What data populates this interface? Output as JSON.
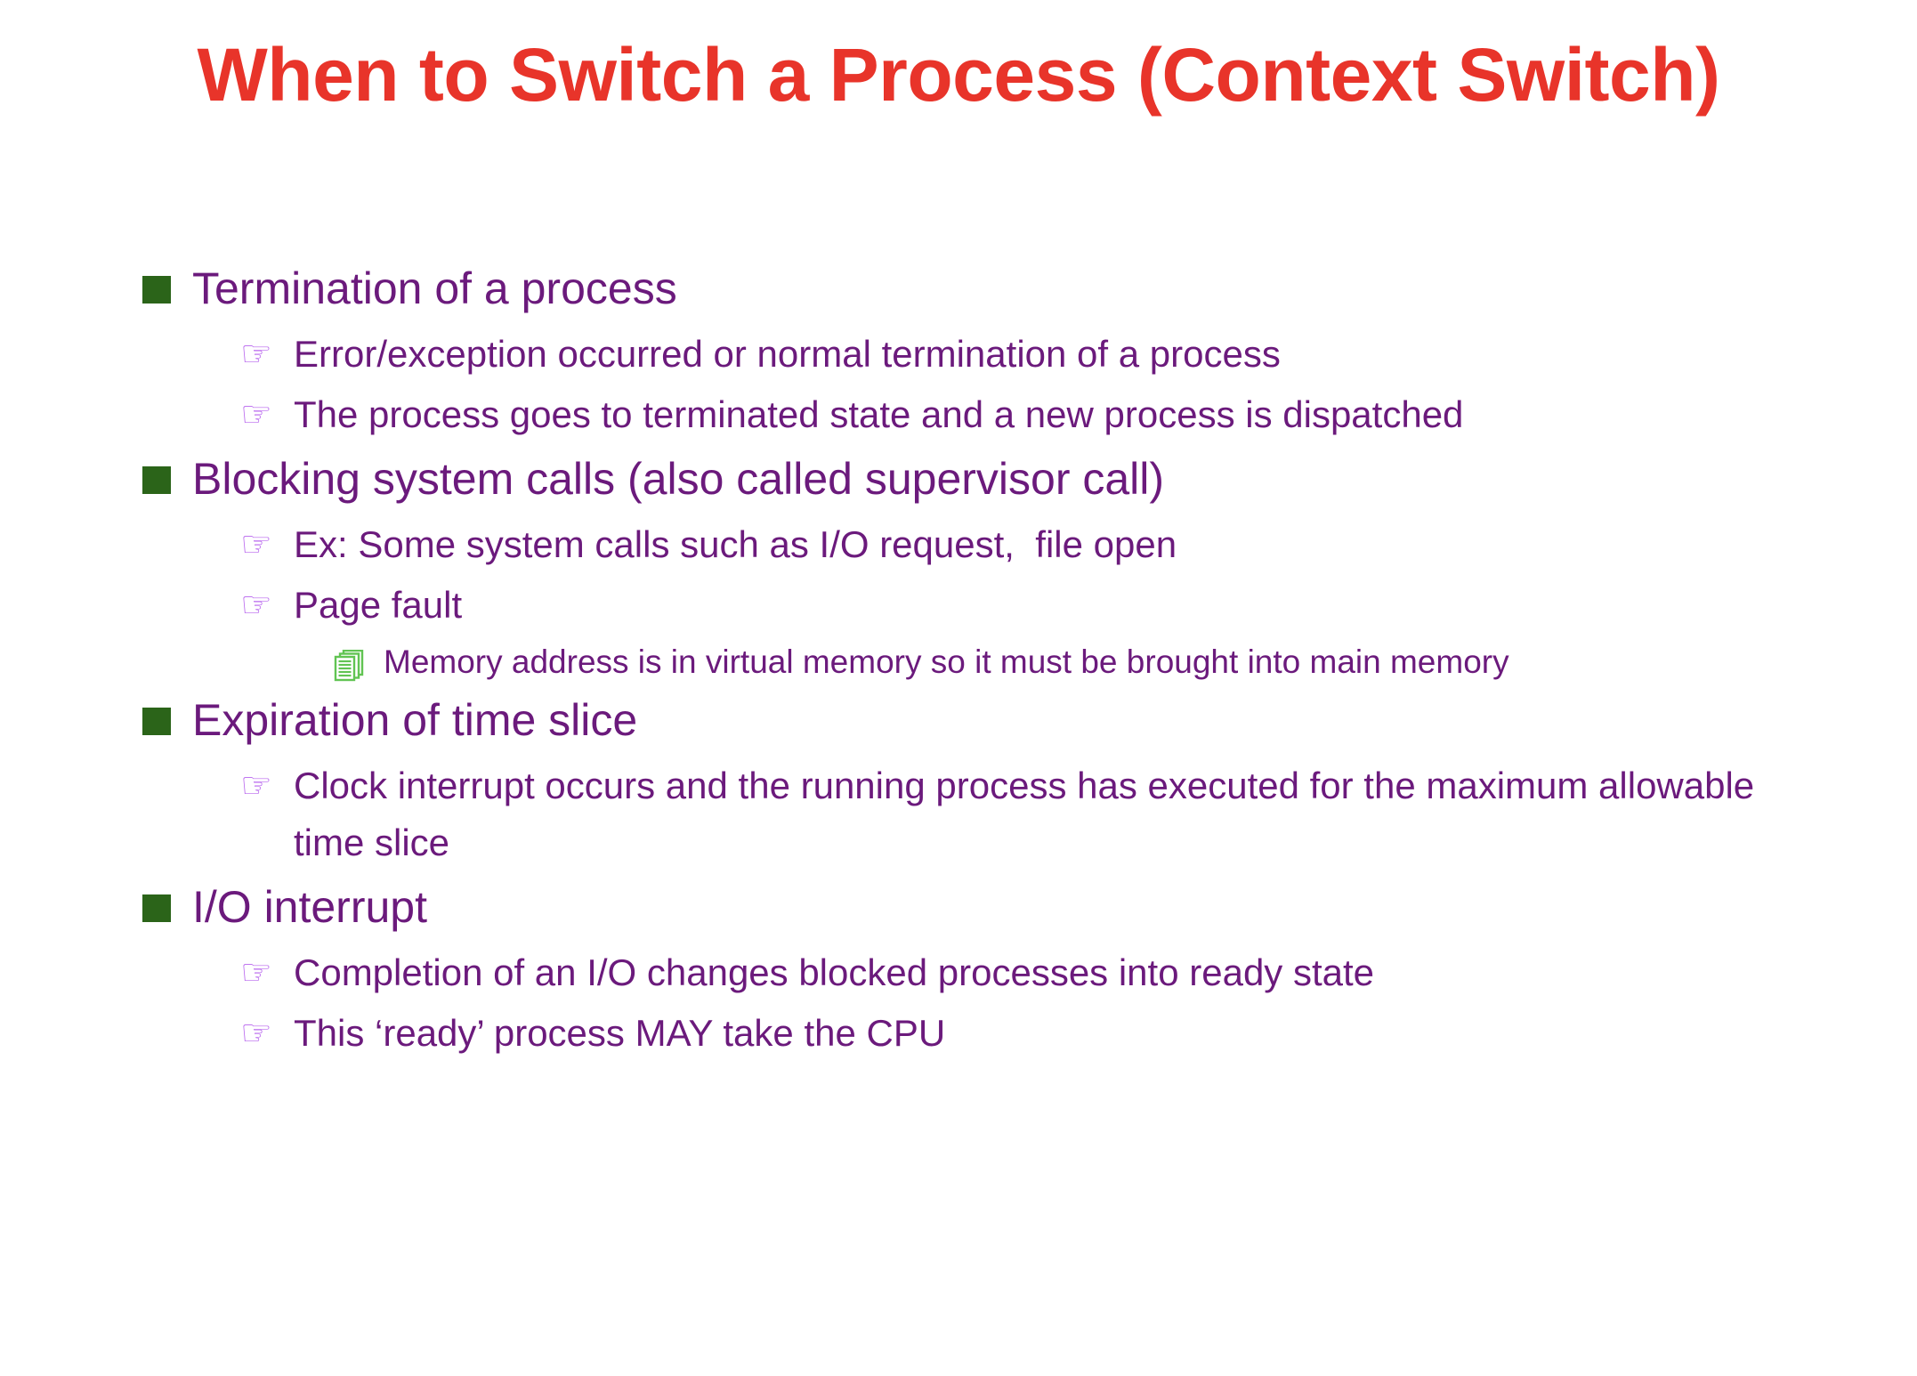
{
  "slide": {
    "title": "When to Switch a Process (Context Switch)",
    "colors": {
      "title": "#E8342A",
      "text": "#6B1A7C",
      "level1_bullet": "#2B6419",
      "level2_bullet": "#B865EE",
      "level3_bullet": "#61C453",
      "background": "#FFFFFF"
    },
    "bullets": [
      {
        "level": 1,
        "marker": "green-square-bullet",
        "text": "Termination of a process"
      },
      {
        "level": 2,
        "marker": "pointing-hand-bullet",
        "text": "Error/exception occurred or normal termination of a process"
      },
      {
        "level": 2,
        "marker": "pointing-hand-bullet",
        "text": "The process goes to terminated state and a new process is dispatched"
      },
      {
        "level": 1,
        "marker": "green-square-bullet",
        "text": "Blocking system calls (also called supervisor call)"
      },
      {
        "level": 2,
        "marker": "pointing-hand-bullet",
        "text": "Ex: Some system calls such as I/O request,  file open"
      },
      {
        "level": 2,
        "marker": "pointing-hand-bullet",
        "text": "Page fault"
      },
      {
        "level": 3,
        "marker": "green-pages-bullet",
        "text": "Memory address is in virtual memory so it must be brought into main memory"
      },
      {
        "level": 1,
        "marker": "green-square-bullet",
        "text": "Expiration of time slice"
      },
      {
        "level": 2,
        "marker": "pointing-hand-bullet",
        "text": "Clock interrupt occurs and the running process has executed for the maximum allowable time slice"
      },
      {
        "level": 1,
        "marker": "green-square-bullet",
        "text": "I/O interrupt"
      },
      {
        "level": 2,
        "marker": "pointing-hand-bullet",
        "text": "Completion of an I/O changes blocked processes into ready state"
      },
      {
        "level": 2,
        "marker": "pointing-hand-bullet",
        "text": "This ‘ready’ process MAY take the CPU"
      }
    ]
  }
}
